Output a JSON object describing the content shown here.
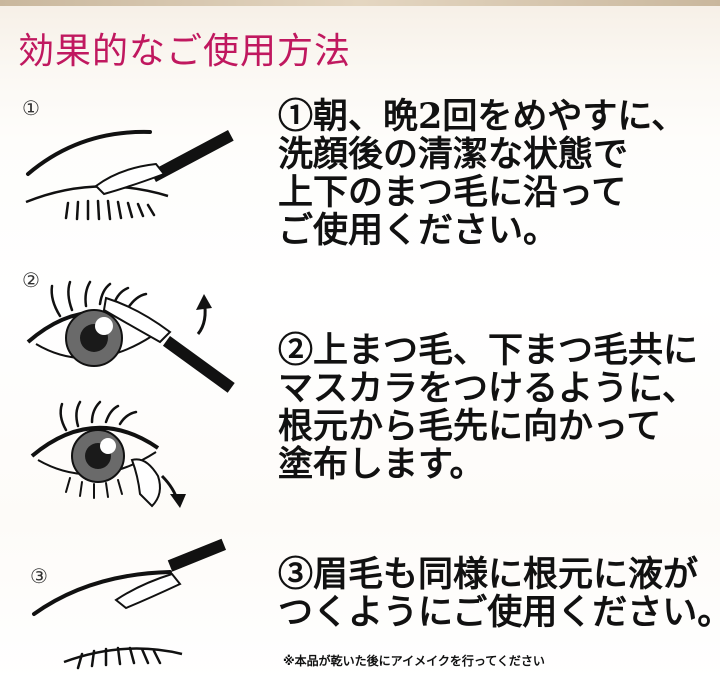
{
  "title": "効果的なご使用方法",
  "steps": [
    {
      "marker": "①",
      "lines": [
        "①朝、晩2回をめやすに、",
        "洗顔後の清潔な状態で",
        "上下のまつ毛に沿って",
        "ご使用ください。"
      ]
    },
    {
      "marker": "②",
      "lines": [
        "②上まつ毛、下まつ毛共に",
        "マスカラをつけるように、",
        "根元から毛先に向かって",
        "塗布します。"
      ]
    },
    {
      "marker": "③",
      "lines": [
        "③眉毛も同様に根元に液が",
        "つくようにご使用ください。"
      ]
    }
  ],
  "note": "※本品が乾いた後にアイメイクを行ってください",
  "colors": {
    "title": "#c0185f",
    "text": "#111111",
    "background_top": "#f6efe6"
  },
  "icons": [
    "closed-eye-icon",
    "applicator-brush-icon",
    "open-eye-icon",
    "curved-arrow-icon",
    "eyebrow-icon"
  ]
}
